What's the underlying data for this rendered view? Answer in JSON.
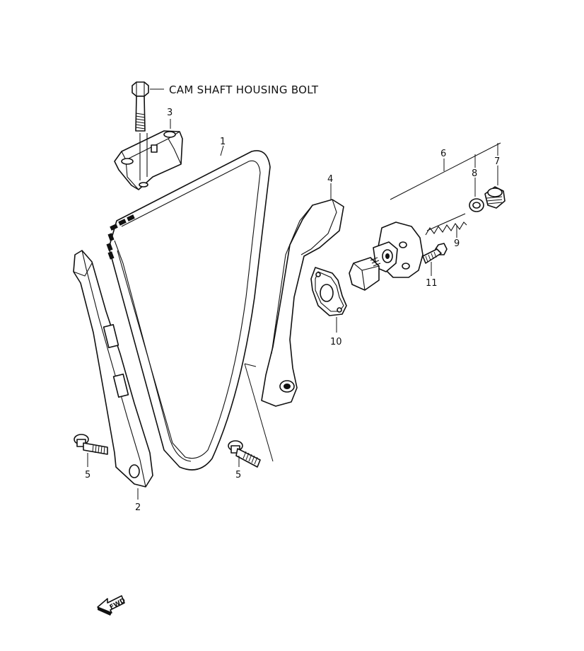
{
  "diagram": {
    "note_label": "CAM SHAFT HOUSING BOLT",
    "forward_badge": "FWD",
    "callouts": {
      "chain": "1",
      "guide_left": "2",
      "housing": "3",
      "guide_right": "4",
      "bolt_left": "5",
      "bolt_right": "5",
      "tensioner": "6",
      "plug": "7",
      "washer": "8",
      "spring": "9",
      "gasket": "10",
      "tensioner_bolt": "11"
    }
  }
}
